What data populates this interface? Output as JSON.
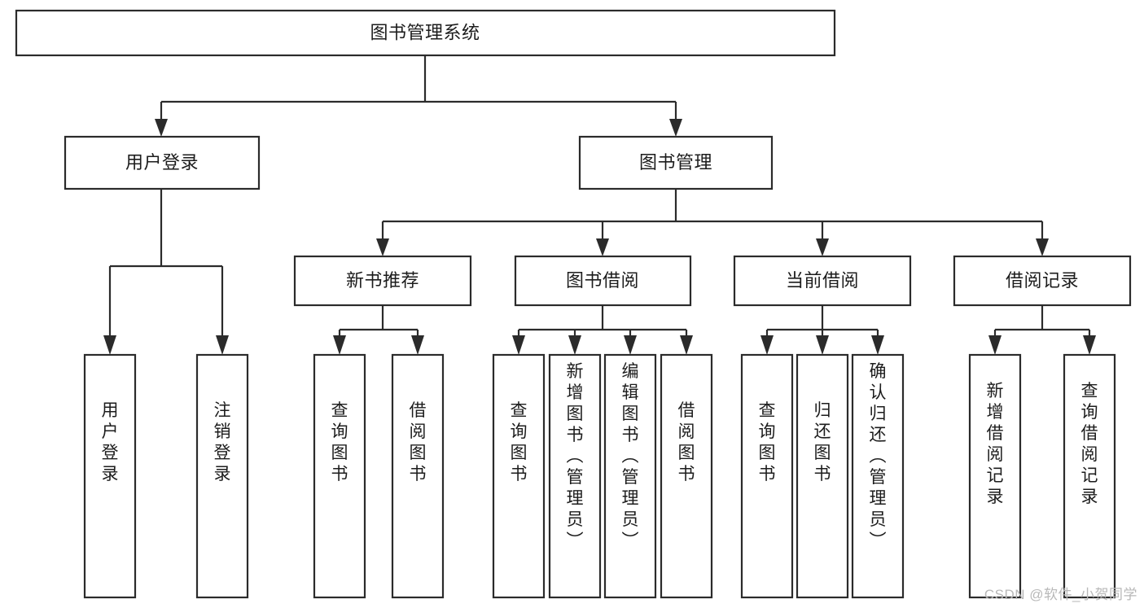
{
  "diagram": {
    "title": "图书管理系统",
    "type": "tree-hierarchy",
    "watermark": "CSDN @软件_小贺同学",
    "colors": {
      "stroke": "#2b2b2b",
      "fill": "#ffffff",
      "text": "#1c1c1c",
      "watermark": "#b8b8b8"
    },
    "nodes": {
      "root": {
        "label": "图书管理系统",
        "level": 1,
        "orientation": "horizontal"
      },
      "level2": [
        {
          "id": "user-login",
          "label": "用户登录",
          "orientation": "horizontal"
        },
        {
          "id": "book-management",
          "label": "图书管理",
          "orientation": "horizontal"
        }
      ],
      "level3": [
        {
          "id": "new-book-recommend",
          "label": "新书推荐",
          "orientation": "horizontal",
          "parent": "book-management"
        },
        {
          "id": "book-borrow",
          "label": "图书借阅",
          "orientation": "horizontal",
          "parent": "book-management"
        },
        {
          "id": "current-borrow",
          "label": "当前借阅",
          "orientation": "horizontal",
          "parent": "book-management"
        },
        {
          "id": "borrow-record",
          "label": "借阅记录",
          "orientation": "horizontal",
          "parent": "book-management"
        }
      ],
      "leaves": [
        {
          "id": "leaf-user-login",
          "label": "用户登录",
          "orientation": "vertical",
          "parent": "user-login"
        },
        {
          "id": "leaf-logout",
          "label": "注销登录",
          "orientation": "vertical",
          "parent": "user-login"
        },
        {
          "id": "leaf-query-book-1",
          "label": "查询图书",
          "orientation": "vertical",
          "parent": "new-book-recommend"
        },
        {
          "id": "leaf-borrow-book-1",
          "label": "借阅图书",
          "orientation": "vertical",
          "parent": "new-book-recommend"
        },
        {
          "id": "leaf-query-book-2",
          "label": "查询图书",
          "orientation": "vertical",
          "parent": "book-borrow"
        },
        {
          "id": "leaf-add-book",
          "label": "新增图书（管理员）",
          "orientation": "vertical",
          "parent": "book-borrow"
        },
        {
          "id": "leaf-edit-book",
          "label": "编辑图书（管理员）",
          "orientation": "vertical",
          "parent": "book-borrow"
        },
        {
          "id": "leaf-borrow-book-2",
          "label": "借阅图书",
          "orientation": "vertical",
          "parent": "book-borrow"
        },
        {
          "id": "leaf-query-book-3",
          "label": "查询图书",
          "orientation": "vertical",
          "parent": "current-borrow"
        },
        {
          "id": "leaf-return-book",
          "label": "归还图书",
          "orientation": "vertical",
          "parent": "current-borrow"
        },
        {
          "id": "leaf-confirm-return",
          "label": "确认归还（管理员）",
          "orientation": "vertical",
          "parent": "current-borrow"
        },
        {
          "id": "leaf-add-record",
          "label": "新增借阅记录",
          "orientation": "vertical",
          "parent": "borrow-record"
        },
        {
          "id": "leaf-query-record",
          "label": "查询借阅记录",
          "orientation": "vertical",
          "parent": "borrow-record"
        }
      ]
    }
  }
}
